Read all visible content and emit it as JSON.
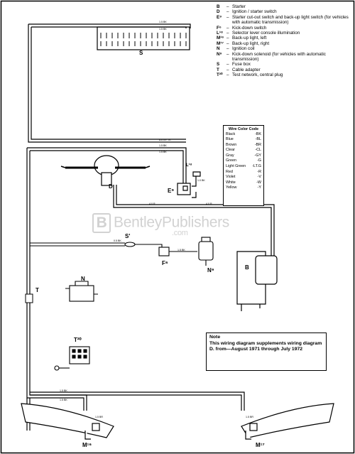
{
  "legend": [
    {
      "code": "B",
      "desc": "Starter"
    },
    {
      "code": "D",
      "desc": "Ignition / starter switch"
    },
    {
      "code": "E⁹",
      "desc": "Starter cut-out switch and back-up light switch (for vehicles with automatic transmission)"
    },
    {
      "code": "F⁶",
      "desc": "Kick-down switch"
    },
    {
      "code": "L¹⁸",
      "desc": "Selector lever console illumination"
    },
    {
      "code": "M¹⁶",
      "desc": "Back-up light, left"
    },
    {
      "code": "M¹⁷",
      "desc": "Back-up light, right"
    },
    {
      "code": "N",
      "desc": "Ignition coil"
    },
    {
      "code": "N⁹",
      "desc": "Kick-down solenoid (for vehicles with automatic transmission)"
    },
    {
      "code": "S",
      "desc": "Fuse box"
    },
    {
      "code": "T",
      "desc": "Cable adapter"
    },
    {
      "code": "T²⁰",
      "desc": "Test network, central plug"
    }
  ],
  "color_code": {
    "title": "Wire Color Code",
    "rows": [
      {
        "color": "Black",
        "abbr": "-BK"
      },
      {
        "color": "Blue",
        "abbr": "-BL"
      },
      {
        "color": "Brown",
        "abbr": "-BR"
      },
      {
        "color": "Clear",
        "abbr": "-CL"
      },
      {
        "color": "Gray",
        "abbr": "-GY"
      },
      {
        "color": "Green",
        "abbr": "-G"
      },
      {
        "color": "Light Green",
        "abbr": "-LT.G"
      },
      {
        "color": "Red",
        "abbr": "-R"
      },
      {
        "color": "Violet",
        "abbr": "-V"
      },
      {
        "color": "White",
        "abbr": "-W"
      },
      {
        "color": "Yellow",
        "abbr": "-Y"
      }
    ]
  },
  "note": {
    "heading": "Note",
    "body": "This wiring diagram supplements wiring diagram D. from—August 1971 through July 1972"
  },
  "watermark": {
    "name": "BentleyPublishers",
    "suffix": ".com",
    "logo_letter": "B"
  },
  "components": {
    "fuse_box": "S",
    "ignition_switch": "D",
    "cutout_switch": "E⁹",
    "fuse_sprime": "S'",
    "kickdown_switch": "F⁶",
    "solenoid": "N⁹",
    "starter": "B",
    "coil": "N",
    "adapter": "T",
    "test_plug": "T²⁰",
    "light_left": "M¹⁶",
    "light_right": "M¹⁷",
    "console_light": "L¹⁸"
  },
  "wire_labels": {
    "top1": "1.5 BK",
    "top2": "1.5 BK",
    "mid1": "6.0 GY TK",
    "mid2": "1.5 BK",
    "mid3": "1.5 BK",
    "right_v": "1.0 BK",
    "h1": "4.0 R",
    "h2": "4.0 R",
    "s_wire": "0.5 BK",
    "f_wire": "1.5 BK",
    "bottom1": "1.5 BK",
    "bottom2": "1.5 BK",
    "lamp_l": "1.5 BR",
    "lamp_r": "1.5 BR"
  }
}
